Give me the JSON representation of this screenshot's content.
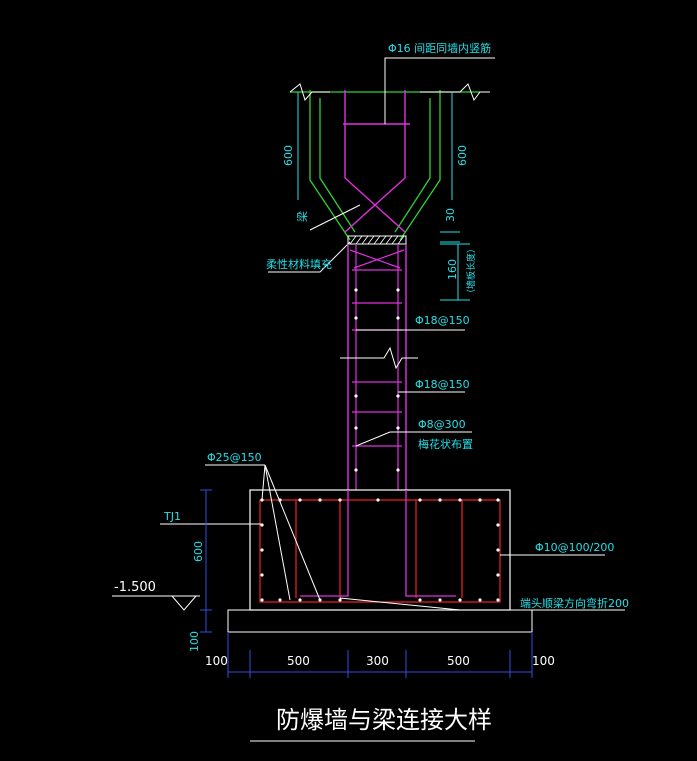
{
  "title": "防爆墙与梁连接大样",
  "labels": {
    "top_rebar": "Φ16 间距同墙内竖筋",
    "dim_600_left": "600",
    "dim_600_right": "600",
    "beam": "梁",
    "dim_30": "30",
    "flexible_fill": "柔性材料填充",
    "dim_160": "160",
    "dim_160_note": "（墙板长度）",
    "rebar_18_150_a": "Φ18@150",
    "rebar_18_150_b": "Φ18@150",
    "rebar_8_300": "Φ8@300",
    "plum_layout": "梅花状布置",
    "rebar_25_150": "Φ25@150",
    "tj1": "TJ1",
    "dim_600_footing": "600",
    "rebar_10_100_200": "Φ10@100/200",
    "elevation": "-1.500",
    "end_bend": "端头顺梁方向弯折200",
    "dim_100_vert": "100"
  },
  "bottom_dims": [
    "100",
    "500",
    "300",
    "500",
    "100"
  ],
  "colors": {
    "background": "#000000",
    "cyan": "#22e0e8",
    "magenta": "#e030e0",
    "green": "#30d030",
    "red": "#e02020",
    "white": "#ffffff",
    "blue": "#3050e0"
  }
}
